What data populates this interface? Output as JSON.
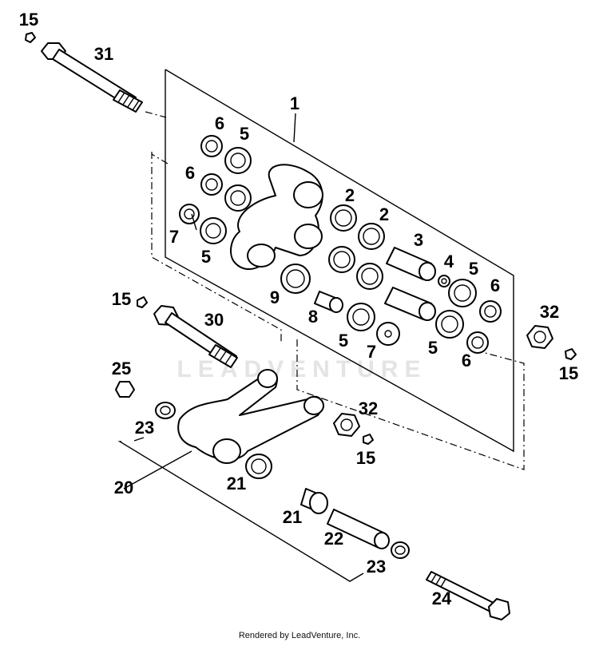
{
  "watermark": "LEADVENTURE",
  "footer": "Rendered by LeadVenture, Inc.",
  "callouts": {
    "c15a": "15",
    "c31": "31",
    "c1": "1",
    "c6a": "6",
    "c5a": "5",
    "c6b": "6",
    "c7a": "7",
    "c5b": "5",
    "c2a": "2",
    "c2b": "2",
    "c3": "3",
    "c4": "4",
    "c5c": "5",
    "c6c": "6",
    "c9": "9",
    "c8": "8",
    "c5d": "5",
    "c7b": "7",
    "c5e": "5",
    "c6d": "6",
    "c32a": "32",
    "c15b": "15",
    "c15c": "15",
    "c30": "30",
    "c25": "25",
    "c23a": "23",
    "c32b": "32",
    "c15d": "15",
    "c20": "20",
    "c21a": "21",
    "c21b": "21",
    "c22": "22",
    "c23b": "23",
    "c24": "24"
  }
}
